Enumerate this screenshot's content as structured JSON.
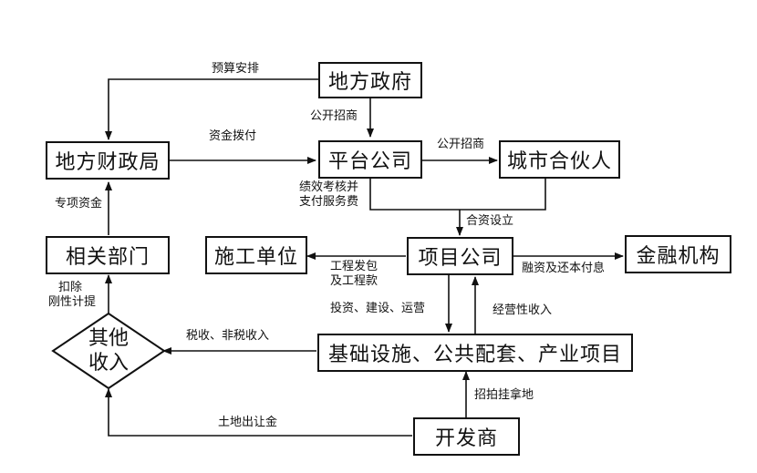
{
  "nodes": {
    "local_gov": "地方政府",
    "finance_bureau": "地方财政局",
    "platform": "平台公司",
    "city_partner": "城市合伙人",
    "related_dept": "相关部门",
    "construction": "施工单位",
    "project_company": "项目公司",
    "financial_inst": "金融机构",
    "other_income_line1": "其他",
    "other_income_line2": "收入",
    "infrastructure": "基础设施、公共配套、产业项目",
    "developer": "开发商"
  },
  "edges": {
    "budget": "预算安排",
    "open_bid_1": "公开招商",
    "fund_allocation": "资金拨付",
    "open_bid_2": "公开招商",
    "performance_line1": "绩效考核并",
    "performance_line2": "支付服务费",
    "joint_venture": "合资设立",
    "special_funds": "专项资金",
    "deduct_line1": "扣除",
    "deduct_line2": "刚性计提",
    "engineering_line1": "工程发包",
    "engineering_line2": "及工程款",
    "financing": "融资及还本付息",
    "invest_build": "投资、建设、运营",
    "operating_income": "经营性收入",
    "tax_income": "税收、非税收入",
    "land_auction": "招拍挂拿地",
    "land_transfer": "土地出让金"
  }
}
